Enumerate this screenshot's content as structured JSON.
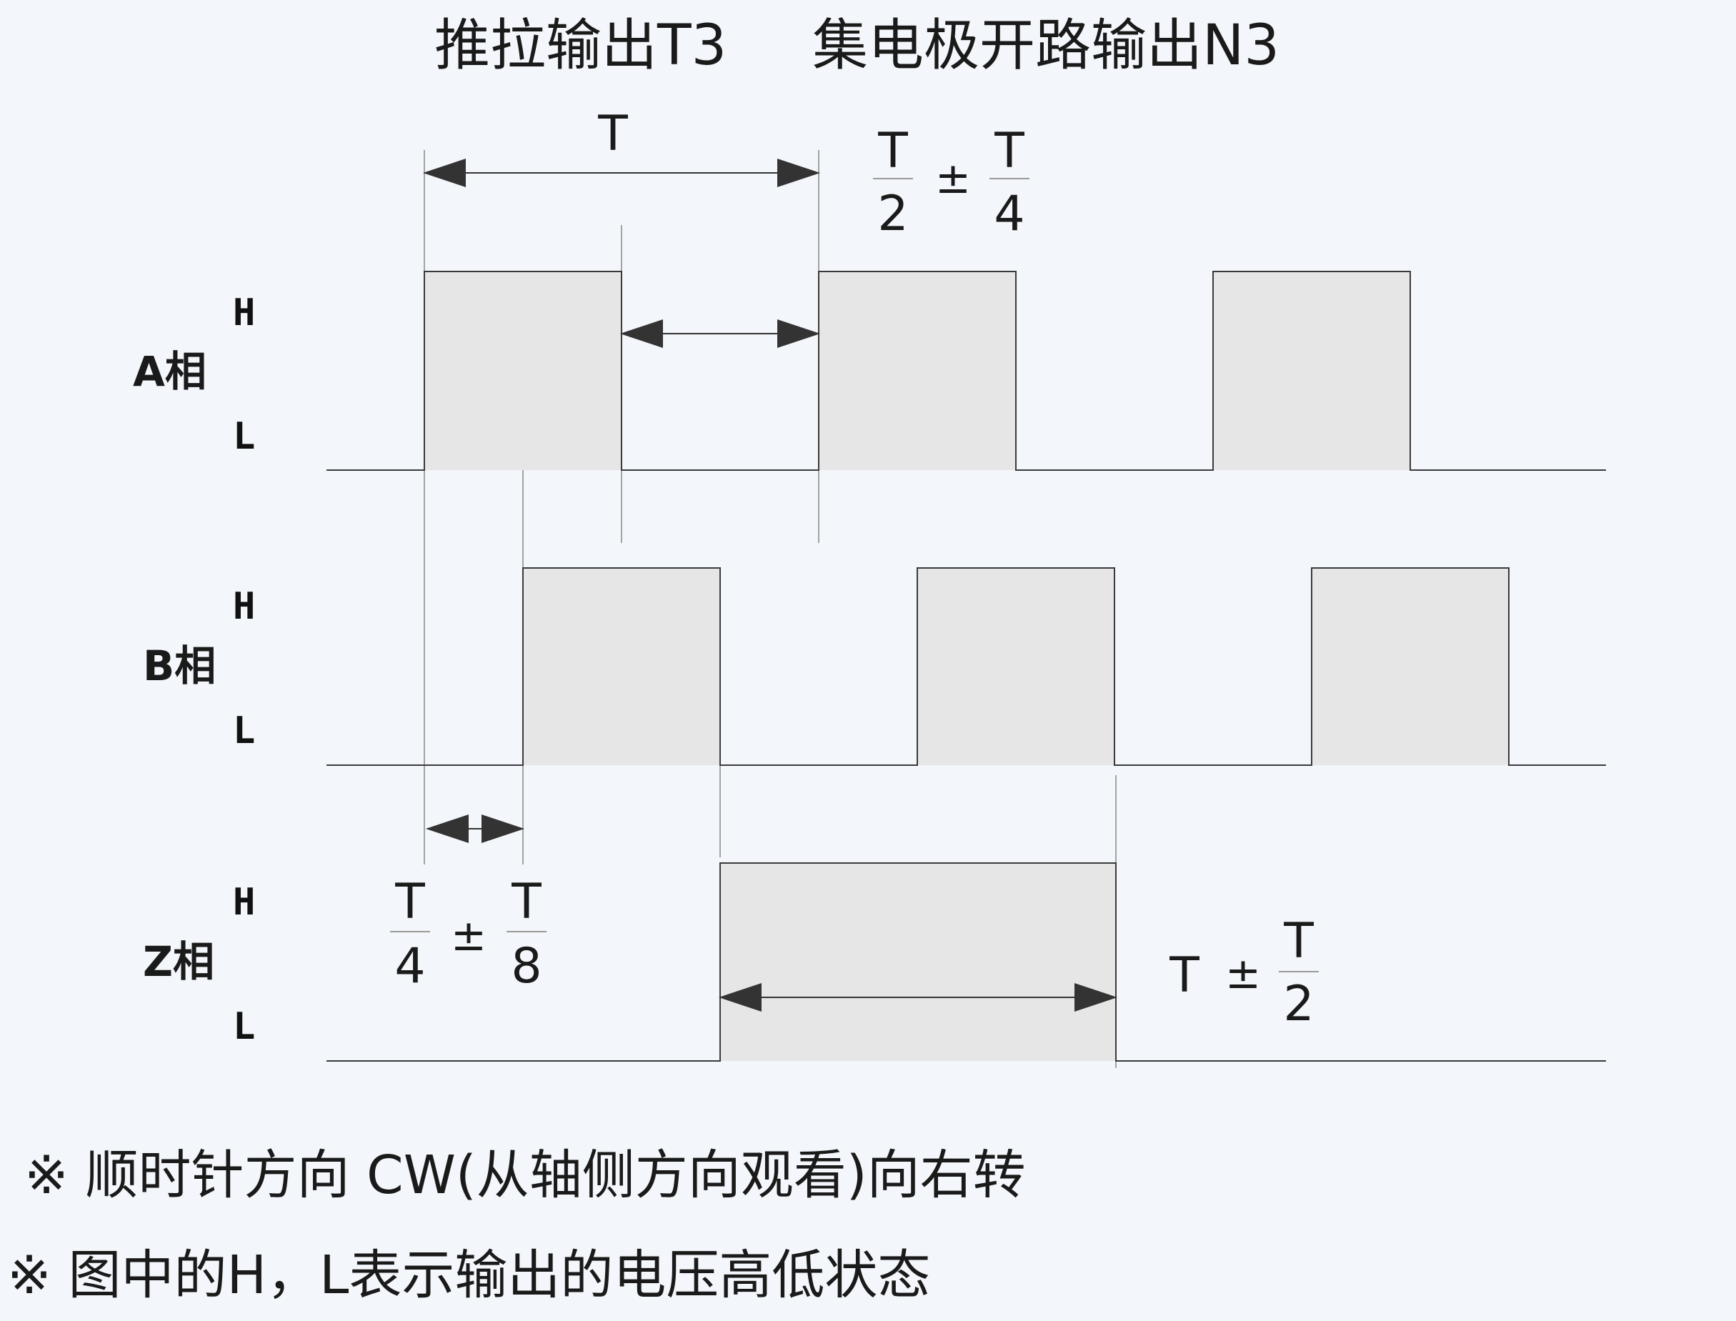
{
  "title": {
    "push_pull": "推拉输出T3",
    "open_collector": "集电极开路输出N3"
  },
  "phases": {
    "a": {
      "name": "A相",
      "high": "H",
      "low": "L"
    },
    "b": {
      "name": "B相",
      "high": "H",
      "low": "L"
    },
    "z": {
      "name": "Z相",
      "high": "H",
      "low": "L"
    }
  },
  "dimensions": {
    "period": "T",
    "half": {
      "lead": "",
      "num1": "T",
      "den1": "2",
      "pm": "±",
      "num2": "T",
      "den2": "4"
    },
    "quarter": {
      "lead": "",
      "num1": "T",
      "den1": "4",
      "pm": "±",
      "num2": "T",
      "den2": "8"
    },
    "z_width": {
      "lead": "T",
      "pm": "±",
      "num2": "T",
      "den2": "2"
    }
  },
  "notes": {
    "cw": "※ 顺时针方向 CW(从轴侧方向观看)向右转",
    "hl": "※ 图中的H，L表示输出的电压高低状态"
  },
  "colors": {
    "fill": "#e6e6e6",
    "line": "#3a3a3a",
    "arrow": "#333333"
  }
}
